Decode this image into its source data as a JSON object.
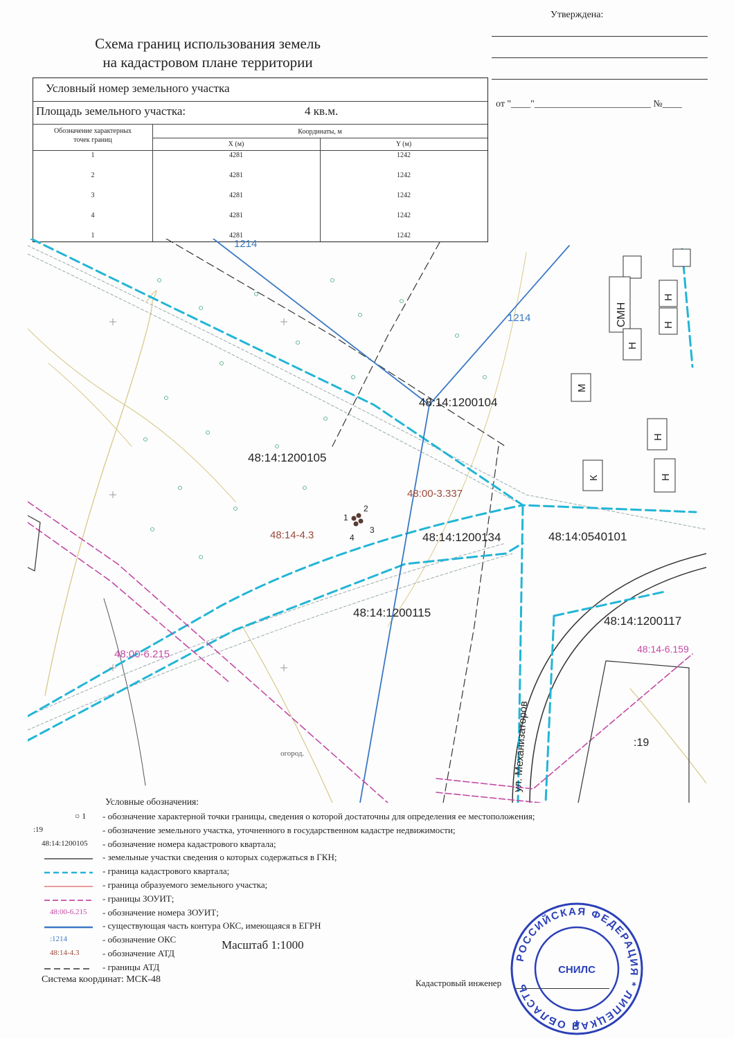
{
  "title": {
    "line1": "Схема границ использования земель",
    "line2": "на кадастровом плане территории"
  },
  "approval": {
    "label": "Утверждена:",
    "from_row": "от  \"____\"________________________ №____"
  },
  "lot": {
    "number_label": "Условный номер земельного участка",
    "area_label": "Площадь земельного участка:",
    "area_value": "4 кв.м."
  },
  "coords_table": {
    "point_header_line1": "Обозначение характерных",
    "point_header_line2": "точек границ",
    "coords_header": "Координаты, м",
    "x_header": "X (м)",
    "y_header": "Y (м)",
    "rows": [
      {
        "point": "1",
        "x": "4281",
        "y": "1242"
      },
      {
        "point": "2",
        "x": "4281",
        "y": "1242"
      },
      {
        "point": "3",
        "x": "4281",
        "y": "1242"
      },
      {
        "point": "4",
        "x": "4281",
        "y": "1242"
      },
      {
        "point": "1",
        "x": "4281",
        "y": "1242"
      }
    ]
  },
  "map_labels": {
    "q105": "48:14:1200105",
    "q104": "48:14:1200104",
    "q134": "48:14:1200134",
    "q115": "48:14:1200115",
    "q117": "48:14:1200117",
    "q101": "48:14:0540101",
    "zouit1": "48:00-3.337",
    "zouit2": "48:00-6.215",
    "zouit3": "48:14-6.159",
    "atd": "48:14-4.3",
    "oks1": "1214",
    "oks2": "1214",
    "parcel19": ":19",
    "street": "ул. Механизаторов",
    "garden": "огород.",
    "smn": "СМН",
    "bld_n": "Н",
    "bld_m": "М",
    "bld_k": "К",
    "pt1": "1",
    "pt2": "2",
    "pt3": "3",
    "pt4": "4"
  },
  "legend": {
    "title": "Условные обозначения:",
    "items": [
      {
        "symbol": "1",
        "text": "- обозначение характерной точки границы, сведения о которой достаточны для определения ее местоположения;"
      },
      {
        "symbol": ":19",
        "text": "- обозначение земельного участка, уточненного в государственном кадастре недвижимости;"
      },
      {
        "symbol": "48:14:1200105",
        "text": "- обозначение номера кадастрового квартала;"
      },
      {
        "symbol": "",
        "text": "- земельные участки сведения о которых содержаться в ГКН;"
      },
      {
        "symbol": "",
        "text": "- граница кадастрового квартала;"
      },
      {
        "symbol": "",
        "text": "- граница образуемого земельного участка;"
      },
      {
        "symbol": "",
        "text": "- границы ЗОУИТ;"
      },
      {
        "symbol": "48:00-6.215",
        "text": "- обозначение номера  ЗОУИТ;"
      },
      {
        "symbol": "",
        "text": "- существующая часть контура ОКС, имеющаяся в ЕГРН"
      },
      {
        "symbol": ":1214",
        "text": "- обозначение ОКС"
      },
      {
        "symbol": "48:14-4.3",
        "text": "- обозначение АТД"
      },
      {
        "symbol": "",
        "text": "- границы  АТД"
      }
    ]
  },
  "scale": "Масштаб 1:1000",
  "coordinate_system": "Система координат: МСК-48",
  "engineer_label": "Кадастровый инженер",
  "stamp": {
    "ring_text": "РОССИЙСКАЯ ФЕДЕРАЦИЯ * ЛИПЕЦКАЯ ОБЛАСТЬ",
    "center_text": "СНИЛС",
    "star": "*"
  },
  "colors": {
    "quarter_border": "#22b5d6",
    "oks": "#3a78c4",
    "zouit": "#c24aa4",
    "atd_label": "#9a4a3a",
    "relief": "#d7c98a",
    "stamp": "#2b3fb8"
  }
}
